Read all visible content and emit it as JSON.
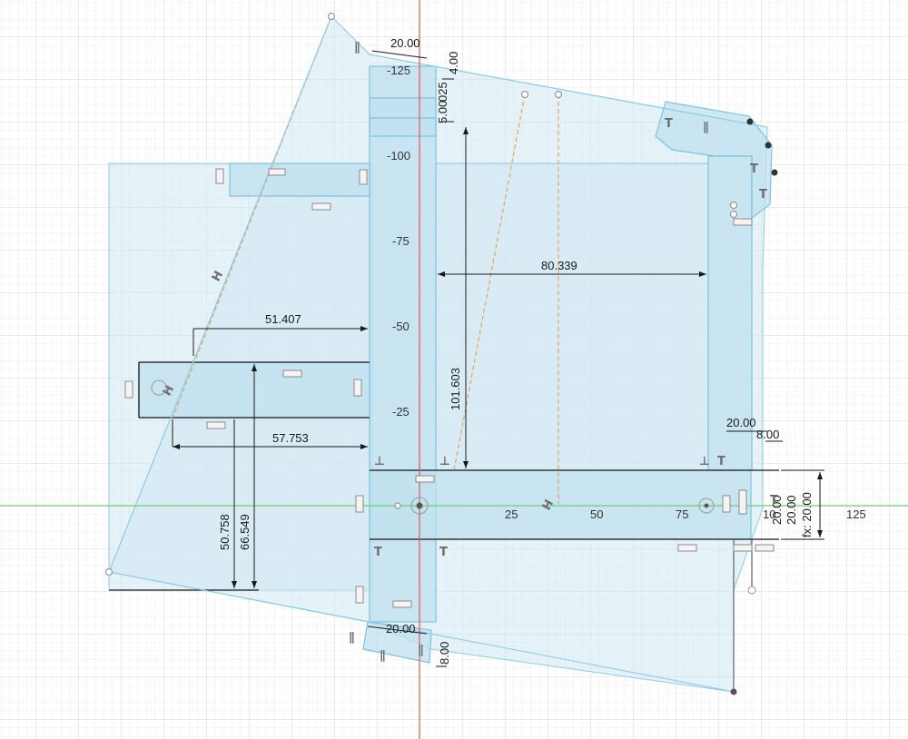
{
  "colors": {
    "background": "#ffffff",
    "grid_minor": "#ececec",
    "grid_major": "#d6d6d6",
    "profile_fill": "#cfe7f3",
    "profile_edge": "#8ccbe6",
    "line_dark": "#1a1a1a",
    "construction": "#e0a15a",
    "axis_x": "#6ccf6c",
    "axis_y": "#e05555",
    "constraint_glyph": "#6d6d6d"
  },
  "axis_labels": {
    "y_neg_125": "-125",
    "y_neg_100": "-100",
    "y_neg_75": "-75",
    "y_neg_50": "-50",
    "y_neg_25": "-25",
    "x_25": "25",
    "x_50": "50",
    "x_75": "75",
    "x_100": "10",
    "x_125": "125"
  },
  "dimensions": {
    "top_width": "20.00",
    "top_small_a": "4.00",
    "top_small_b": "5.00",
    "top_small_c": "025",
    "height_main": "101.603",
    "width_inner": "80.339",
    "left_upper": "51.407",
    "left_lower": "57.753",
    "left_height_a": "50.758",
    "left_height_b": "66.549",
    "right_width": "20.00",
    "right_small": "8.00",
    "right_height": "20.00",
    "right_height_b": "20.00",
    "fx_value": "fx: 20.00",
    "bottom_width": "20.00",
    "bottom_small": "8.00"
  },
  "icons": {
    "horizontal_constraint": "H",
    "perpendicular_constraint": "⊥",
    "parallel_constraint": "∥",
    "tangent_constraint": "T",
    "coincident_constraint": "≡"
  }
}
